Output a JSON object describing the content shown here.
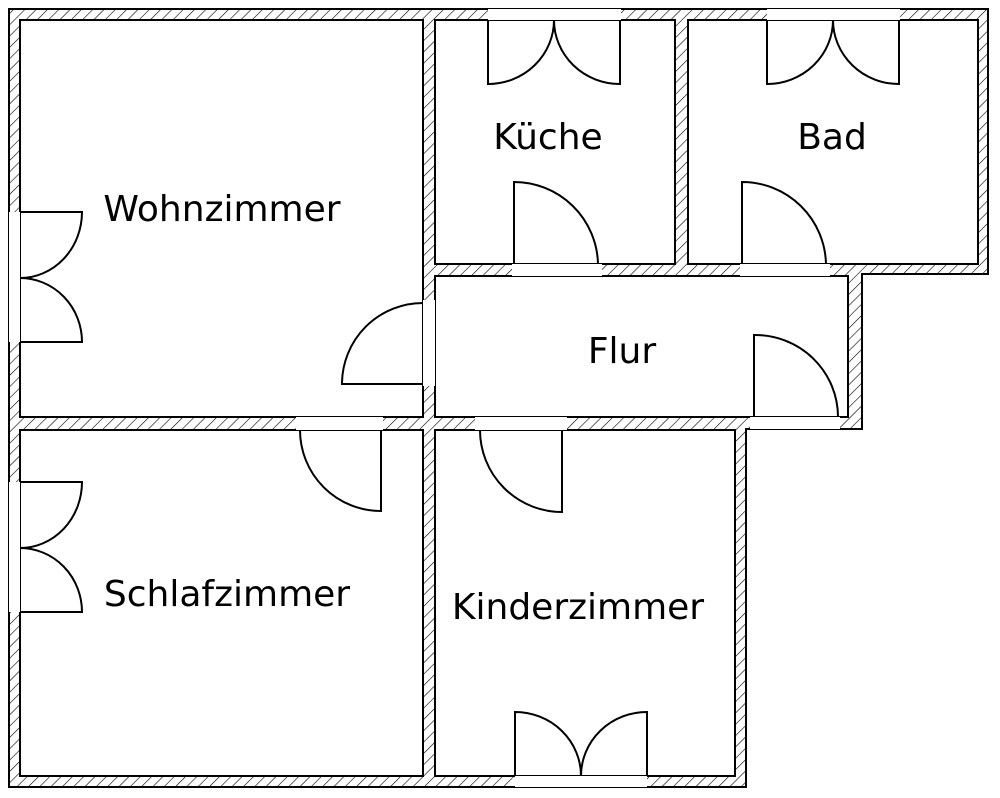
{
  "plan": {
    "rooms": [
      {
        "id": "wohnzimmer",
        "label": "Wohnzimmer"
      },
      {
        "id": "kueche",
        "label": "Küche"
      },
      {
        "id": "bad",
        "label": "Bad"
      },
      {
        "id": "flur",
        "label": "Flur"
      },
      {
        "id": "schlafzimmer",
        "label": "Schlafzimmer"
      },
      {
        "id": "kinderzimmer",
        "label": "Kinderzimmer"
      }
    ],
    "colors": {
      "line": "#000000",
      "background": "#ffffff"
    }
  }
}
